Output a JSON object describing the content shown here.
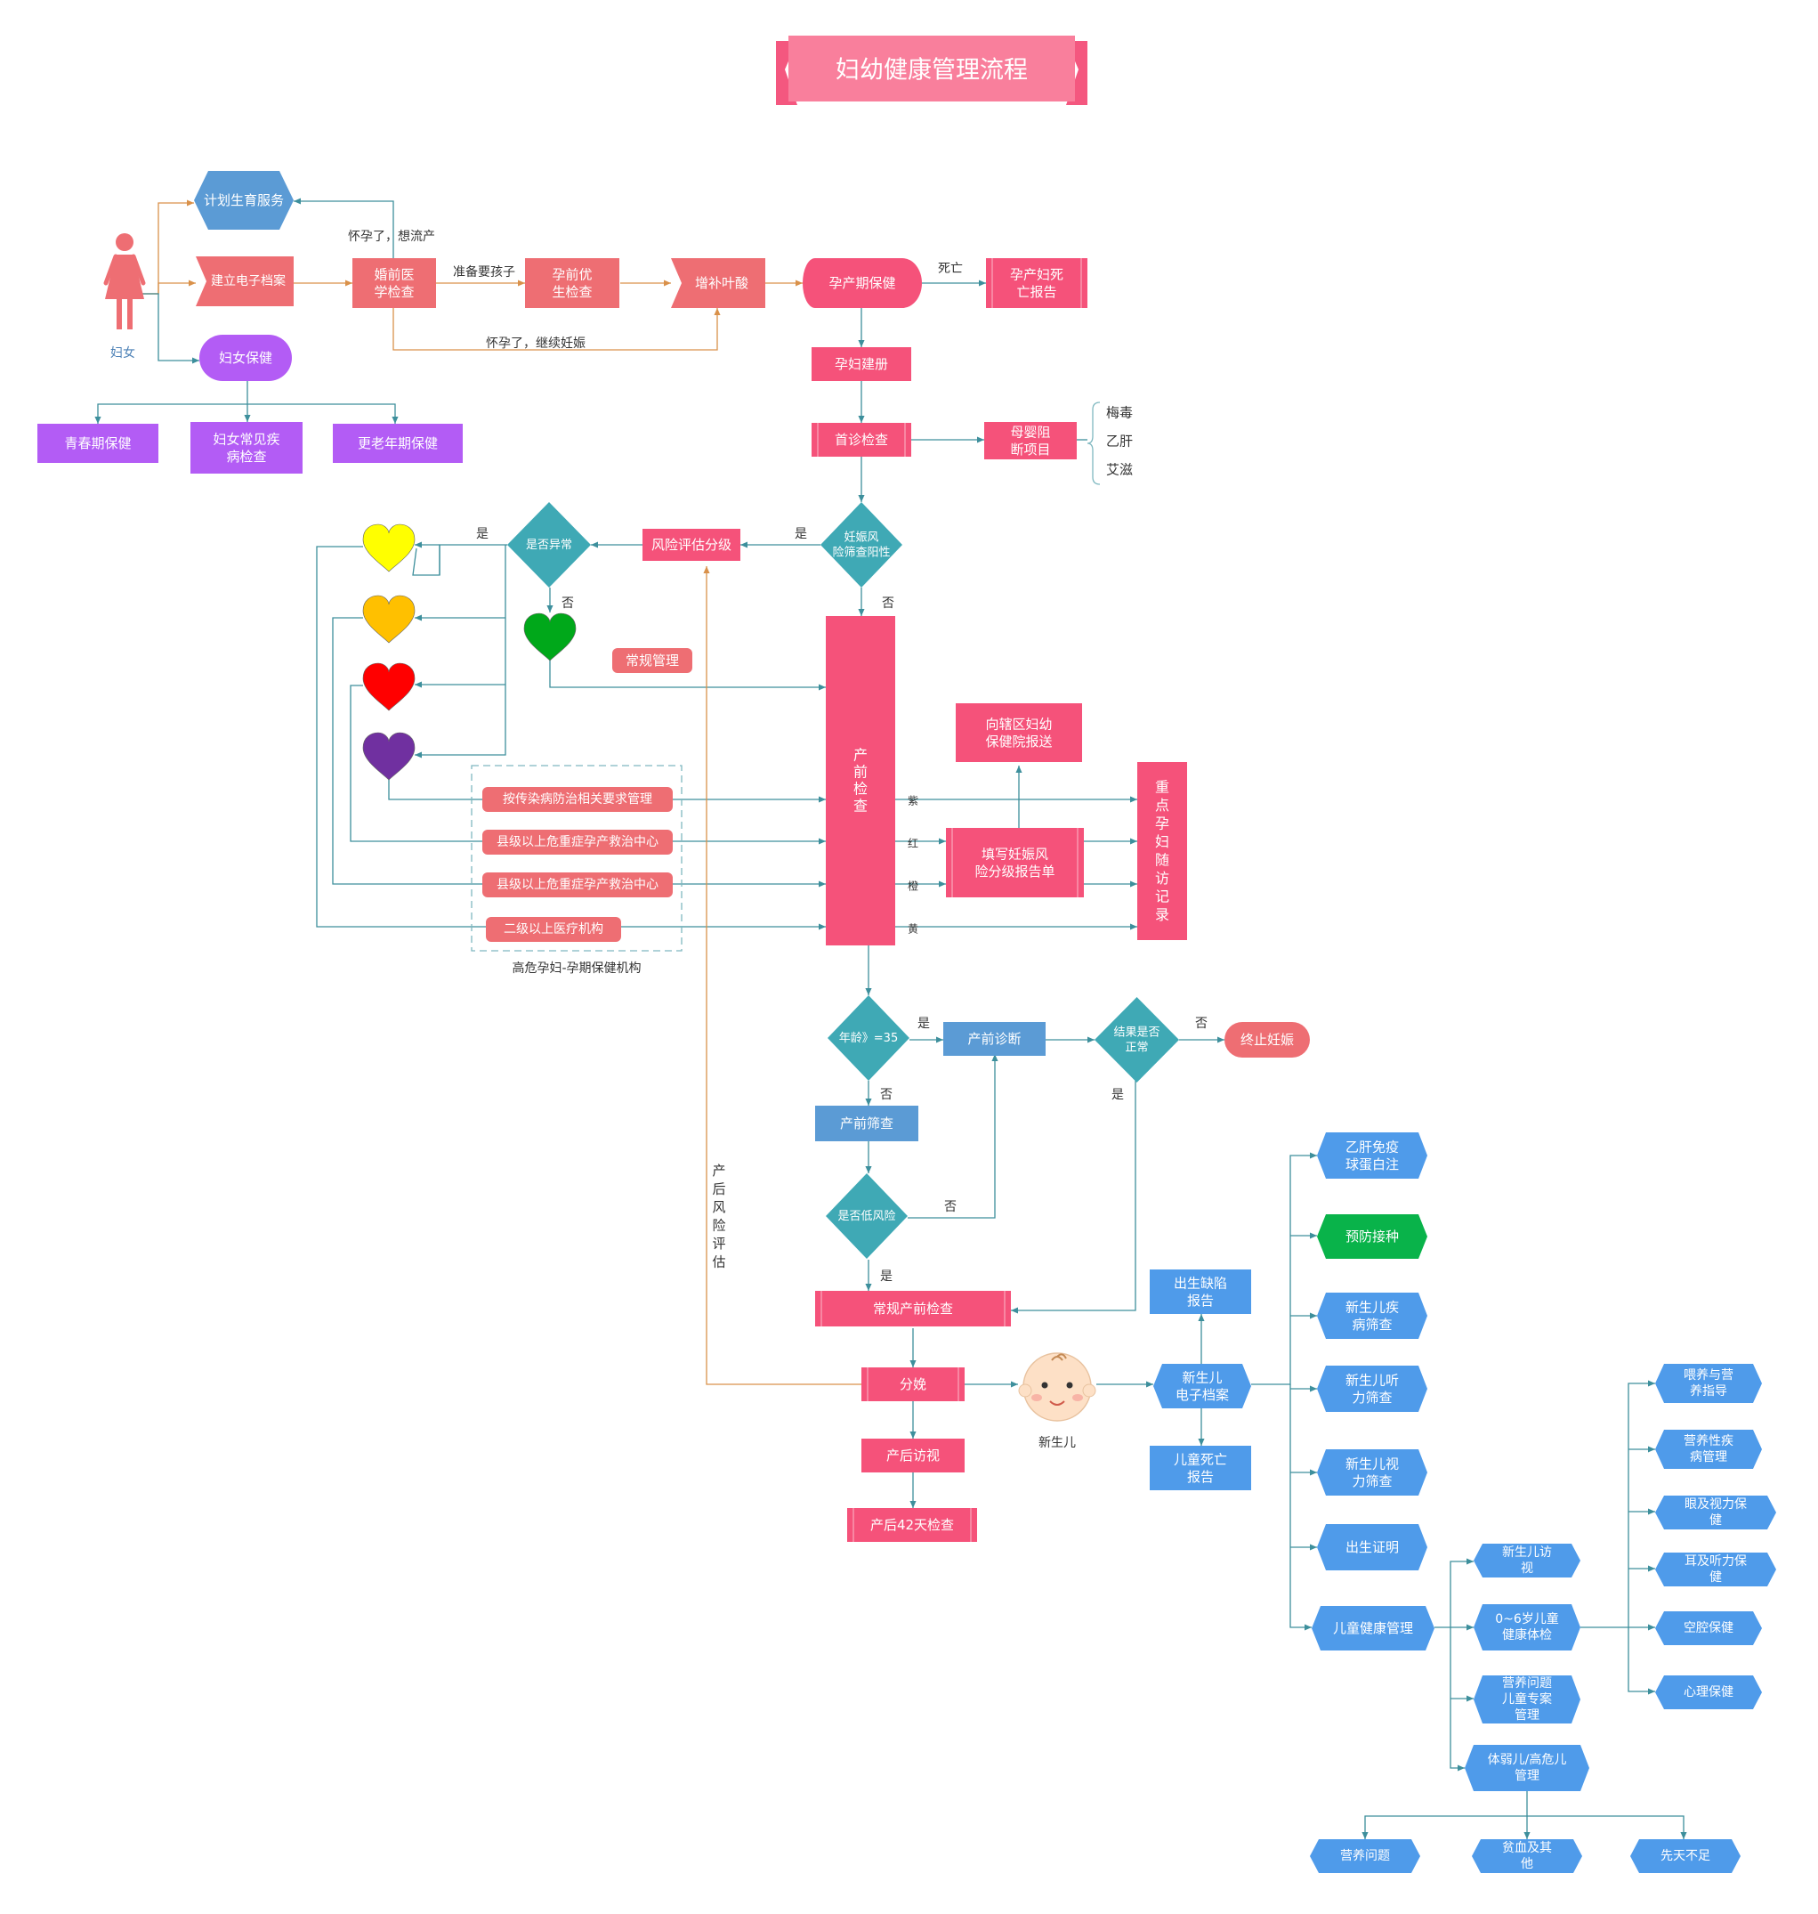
{
  "title": "妇幼健康管理流程",
  "colors": {
    "pink": "#f5527a",
    "salmon": "#ee6e73",
    "purple": "#b35cf5",
    "blue_hex": "#5b9bd5",
    "teal": "#3fa9b5",
    "sky": "#4f9bea",
    "green": "#09b34a",
    "line": "#3d8f9c",
    "orange_line": "#d9914a",
    "title_bg": "#f97f9c"
  },
  "person": {
    "label": "妇女",
    "icon": "woman-icon"
  },
  "baby": {
    "label": "新生儿",
    "icon": "baby-face-icon"
  },
  "nodes": {
    "plan": "计划生育服务",
    "archive": "建立电子档案",
    "women_care": "妇女保健",
    "premarital": "婚前医\n学检查",
    "prepreg": "孕前优\n生检查",
    "folic": "增补叶酸",
    "prenatal_care": "孕产期保健",
    "death_report": "孕产妇死\n亡报告",
    "register": "孕妇建册",
    "first_visit": "首诊检查",
    "block": "母婴阻\n断项目",
    "disease1": "梅毒",
    "disease2": "乙肝",
    "disease3": "艾滋",
    "youth": "青春期保健",
    "common": "妇女常见疾\n病检查",
    "meno": "更老年期保健",
    "screen_pos": "妊娠风\n险筛查阳性",
    "risk_grade": "风险评估分级",
    "abnormal": "是否异常",
    "routine_mgmt": "常规管理",
    "antenatal": "产\n前\n检\n查",
    "report_up": "向辖区妇幼\n保健院报送",
    "fill_form": "填写妊娠风\n险分级报告单",
    "followup": "重\n点\n孕\n妇\n随\n访\n记\n录",
    "inst1": "按传染病防治相关要求管理",
    "inst2": "县级以上危重症孕产救治中心",
    "inst3": "县级以上危重症孕产救治中心",
    "inst4": "二级以上医疗机构",
    "inst_caption": "高危孕妇-孕期保健机构",
    "age": "年龄》=35",
    "diag": "产前诊断",
    "result_ok": "结果是否\n正常",
    "terminate": "终止妊娠",
    "screening": "产前筛查",
    "low_risk": "是否低风险",
    "routine_check": "常规产前检查",
    "delivery": "分娩",
    "postpartum": "产后访视",
    "pp42": "产后42天检查",
    "postnatal_risk": "产\n后\n风\n险\n评\n估",
    "defect_report": "出生缺陷\n报告",
    "newborn_archive": "新生儿\n电子档案",
    "child_death": "儿童死亡\n报告",
    "hbig": "乙肝免疫\n球蛋白注",
    "vaccine": "预防接种",
    "disease_screen": "新生儿疾\n病筛查",
    "hearing": "新生儿听\n力筛查",
    "vision": "新生儿视\n力筛查",
    "birth_cert": "出生证明",
    "child_mgmt": "儿童健康管理",
    "nb_visit": "新生儿访\n视",
    "checkup": "0~6岁儿童\n健康体检",
    "nutri_case": "营养问题\n儿童专案\n管理",
    "weak": "体弱儿/高危儿\n管理",
    "feeding": "喂养与营\n养指导",
    "nutri_disease": "营养性疾\n病管理",
    "eye": "眼及视力保\n健",
    "ear": "耳及听力保\n健",
    "oral": "空腔保健",
    "mental": "心理保健",
    "w_nutri": "营养问题",
    "w_anemia": "贫血及其\n他",
    "w_congenital": "先天不足"
  },
  "edge_labels": {
    "pregnant_abort": "怀孕了，想流产",
    "ready_child": "准备要孩子",
    "pregnant_continue": "怀孕了，继续妊娠",
    "death": "死亡",
    "yes": "是",
    "no": "否",
    "purple": "紫",
    "red": "红",
    "orange": "橙",
    "yellow": "黄"
  },
  "hearts": [
    {
      "name": "yellow",
      "color": "#ffff00"
    },
    {
      "name": "orange",
      "color": "#ffc000"
    },
    {
      "name": "red",
      "color": "#ff0000"
    },
    {
      "name": "purple",
      "color": "#7030a0"
    },
    {
      "name": "green",
      "color": "#00a81a"
    }
  ]
}
